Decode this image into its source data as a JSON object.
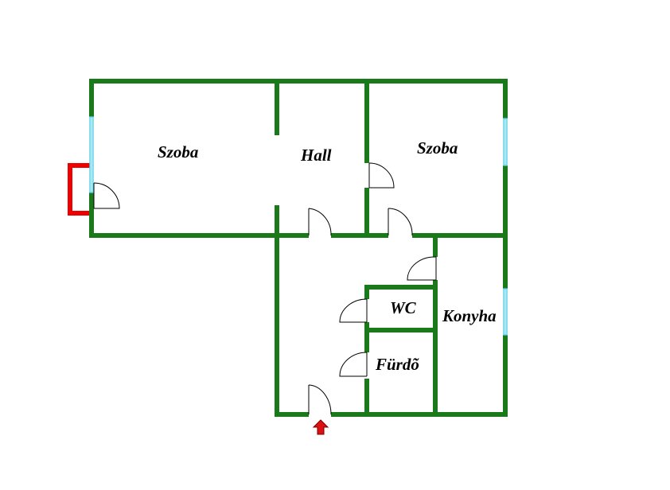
{
  "floorplan": {
    "rooms": [
      {
        "id": "room-szoba-left",
        "label": "Szoba"
      },
      {
        "id": "room-hall",
        "label": "Hall"
      },
      {
        "id": "room-szoba-right",
        "label": "Szoba"
      },
      {
        "id": "room-wc",
        "label": "WC"
      },
      {
        "id": "room-konyha",
        "label": "Konyha"
      },
      {
        "id": "room-furdo",
        "label": "Fürdõ"
      }
    ]
  },
  "colors": {
    "wall": "#1a7a1a",
    "balcony": "#ee0000",
    "entrance": "#dd1111",
    "window": "#55cfe6"
  }
}
